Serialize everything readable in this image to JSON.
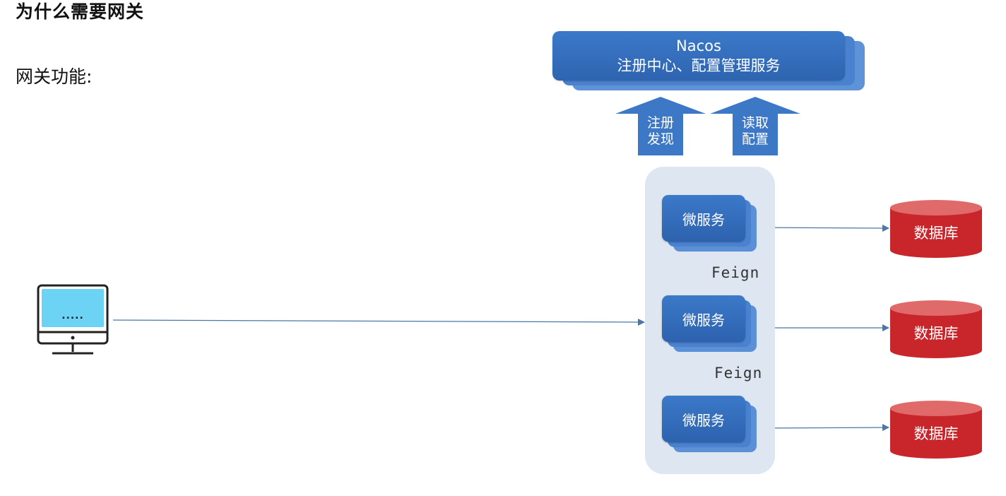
{
  "slide": {
    "title": "为什么需要网关",
    "subtitle": "网关功能:"
  },
  "nacos": {
    "name": "Nacos",
    "description": "注册中心、配置管理服务"
  },
  "arrows": {
    "register_line1": "注册",
    "register_line2": "发现",
    "config_line1": "读取",
    "config_line2": "配置"
  },
  "microservices": [
    {
      "label": "微服务"
    },
    {
      "label": "微服务"
    },
    {
      "label": "微服务"
    }
  ],
  "feign_links": [
    {
      "label": "Feign"
    },
    {
      "label": "Feign"
    }
  ],
  "databases": [
    {
      "label": "数据库"
    },
    {
      "label": "数据库"
    },
    {
      "label": "数据库"
    }
  ],
  "client": {
    "screen_text": "....."
  },
  "colors": {
    "service_blue": "#3b79c9",
    "container_bg": "#dde6f1",
    "database_red": "#c8262b",
    "feign_green": "#8fbf5f",
    "connector_blue": "#4a76a8",
    "screen_cyan": "#6dd3f5"
  }
}
